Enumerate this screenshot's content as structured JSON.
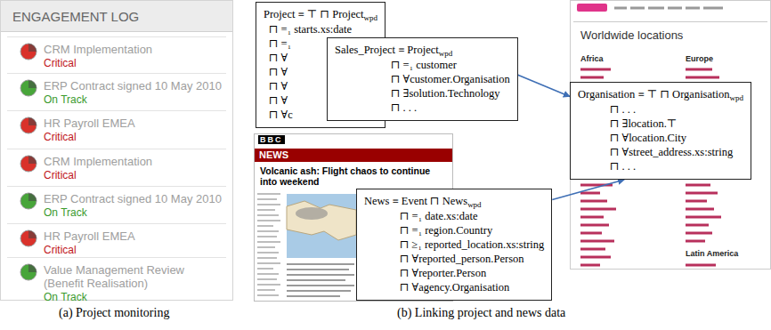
{
  "diagram": {
    "nodes": [
      {
        "text": [
          "ENGAGEMENT LOG",
          "CRM Implementation",
          "Critical",
          "ERP Contract signed 10 May 2010",
          "On Track",
          "HR Payroll EMEA",
          "Critical",
          "CRM Implementation",
          "Critical",
          "ERP Contract signed 10 May 2010",
          "On Track",
          "HR Payroll EMEA",
          "Critical",
          "Value Management Review (Benefit Realisation)",
          "On Track"
        ]
      },
      {
        "text": [
          "Project ≡ ⊤ ⊓ Projectwpd",
          "⊓ =₁ starts.xs:date",
          "⊓ =₁",
          "⊓ ∀",
          "⊓ ∀",
          "⊓ ∀",
          "⊓ ∀",
          "⊓ ∀c"
        ]
      },
      {
        "text": [
          "Sales_Project ≡ Projectwpd",
          "⊓ =₁ customer",
          "⊓ ∀customer.Organisation",
          "⊓ ∃solution.Technology",
          "⊓ . . ."
        ]
      },
      {
        "text": [
          "Organisation ≡ ⊤ ⊓ Organisationwpd",
          "⊓ . . .",
          "⊓ ∃location.⊤",
          "⊓ ∀location.City",
          "⊓ ∀street_address.xs:string",
          "⊓ . . ."
        ]
      },
      {
        "text": [
          "News ≡ Event ⊓ Newswpd",
          "⊓ =₁ date.xs:date",
          "⊓ =₁ region.Country",
          "⊓ ≥₁ reported_location.xs:string",
          "⊓ ∀reported_person.Person",
          "⊓ ∀reporter.Person",
          "⊓ ∀agency.Organisation"
        ]
      }
    ],
    "edges": [
      {
        "from": 2,
        "to": 3,
        "arrow": "to"
      },
      {
        "from": 4,
        "to": 3,
        "arrow": "to"
      }
    ],
    "labels": [
      "Worldwide locations",
      "Africa",
      "Europe",
      "Latin America",
      "BBC",
      "NEWS",
      "Volcanic ash: Flight chaos to continue into weekend",
      "(a) Project monitoring",
      "(b) Linking project and news data"
    ]
  }
}
